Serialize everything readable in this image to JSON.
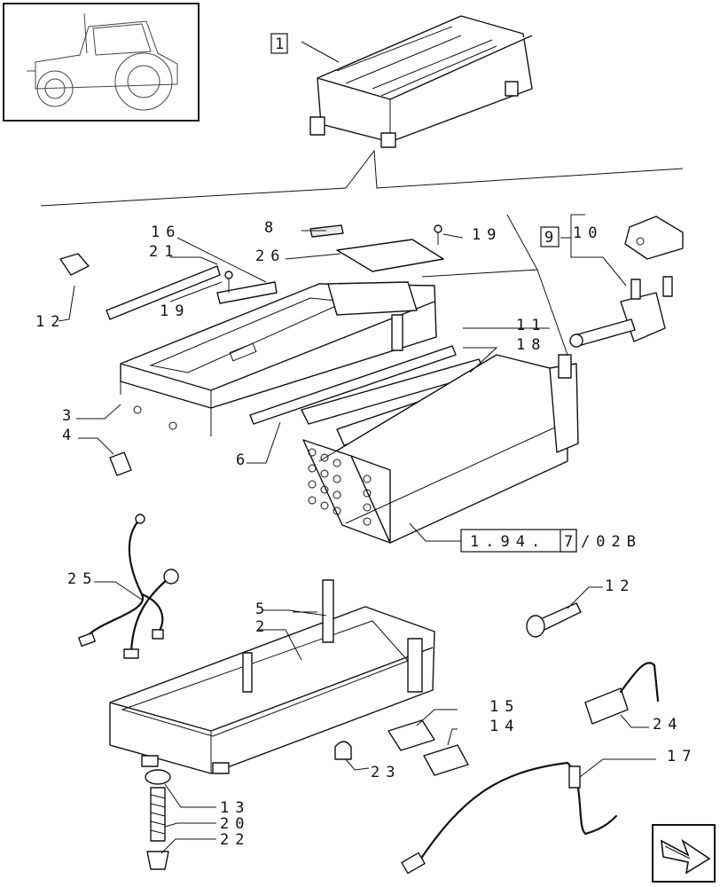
{
  "labels": {
    "p1": "1",
    "p2": "2",
    "p3": "3",
    "p4": "4",
    "p5": "5",
    "p6": "6",
    "p8": "8",
    "p9": "9",
    "p10": "10",
    "p11": "11",
    "p12a": "12",
    "p12b": "12",
    "p13": "13",
    "p14": "14",
    "p15": "15",
    "p16": "16",
    "p17": "17",
    "p18": "18",
    "p19a": "19",
    "p19b": "19",
    "p20": "20",
    "p21": "21",
    "p22": "22",
    "p23": "23",
    "p24": "24",
    "p25": "25",
    "p26": "26",
    "ref_a": "1.94.",
    "ref_b": "7",
    "ref_c": "/02B"
  },
  "icons": {
    "thumbnail": "tractor-icon",
    "nav": "next-page-arrow-icon"
  }
}
